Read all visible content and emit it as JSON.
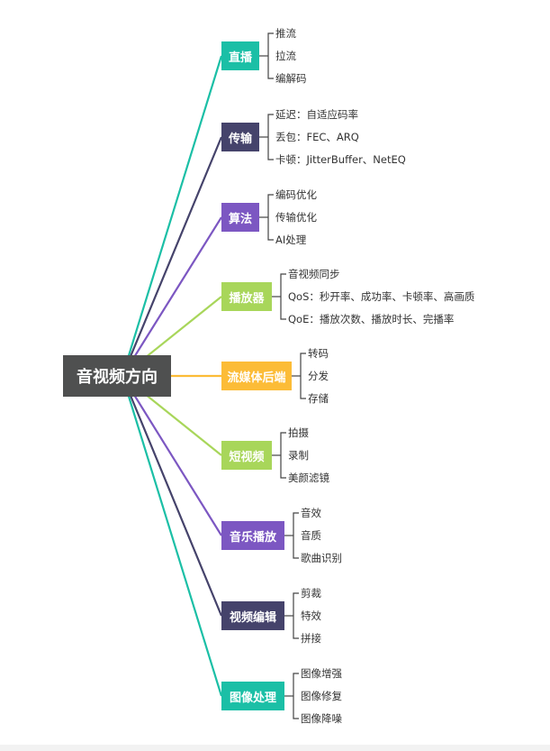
{
  "root": {
    "label": "音视频方向"
  },
  "branches": [
    {
      "label": "直播",
      "color": "#1bbfa6",
      "line": "#1bbfa6",
      "children": [
        "推流",
        "拉流",
        "编解码"
      ]
    },
    {
      "label": "传输",
      "color": "#45436b",
      "line": "#45436b",
      "children": [
        "延迟：自适应码率",
        "丢包：FEC、ARQ",
        "卡顿：JitterBuffer、NetEQ"
      ]
    },
    {
      "label": "算法",
      "color": "#7c57c2",
      "line": "#7c57c2",
      "children": [
        "编码优化",
        "传输优化",
        "AI处理"
      ]
    },
    {
      "label": "播放器",
      "color": "#a8d65a",
      "line": "#a8d65a",
      "children": [
        "音视频同步",
        "QoS：秒开率、成功率、卡顿率、高画质",
        "QoE：播放次数、播放时长、完播率"
      ]
    },
    {
      "label": "流媒体后端",
      "color": "#fcbc37",
      "line": "#fcbc37",
      "children": [
        "转码",
        "分发",
        "存储"
      ]
    },
    {
      "label": "短视频",
      "color": "#a8d65a",
      "line": "#a8d65a",
      "children": [
        "拍摄",
        "录制",
        "美颜滤镜"
      ]
    },
    {
      "label": "音乐播放",
      "color": "#7c57c2",
      "line": "#7c57c2",
      "children": [
        "音效",
        "音质",
        "歌曲识别"
      ]
    },
    {
      "label": "视频编辑",
      "color": "#45436b",
      "line": "#45436b",
      "children": [
        "剪裁",
        "特效",
        "拼接"
      ]
    },
    {
      "label": "图像处理",
      "color": "#1bbfa6",
      "line": "#1bbfa6",
      "children": [
        "图像增强",
        "图像修复",
        "图像降噪"
      ]
    }
  ]
}
